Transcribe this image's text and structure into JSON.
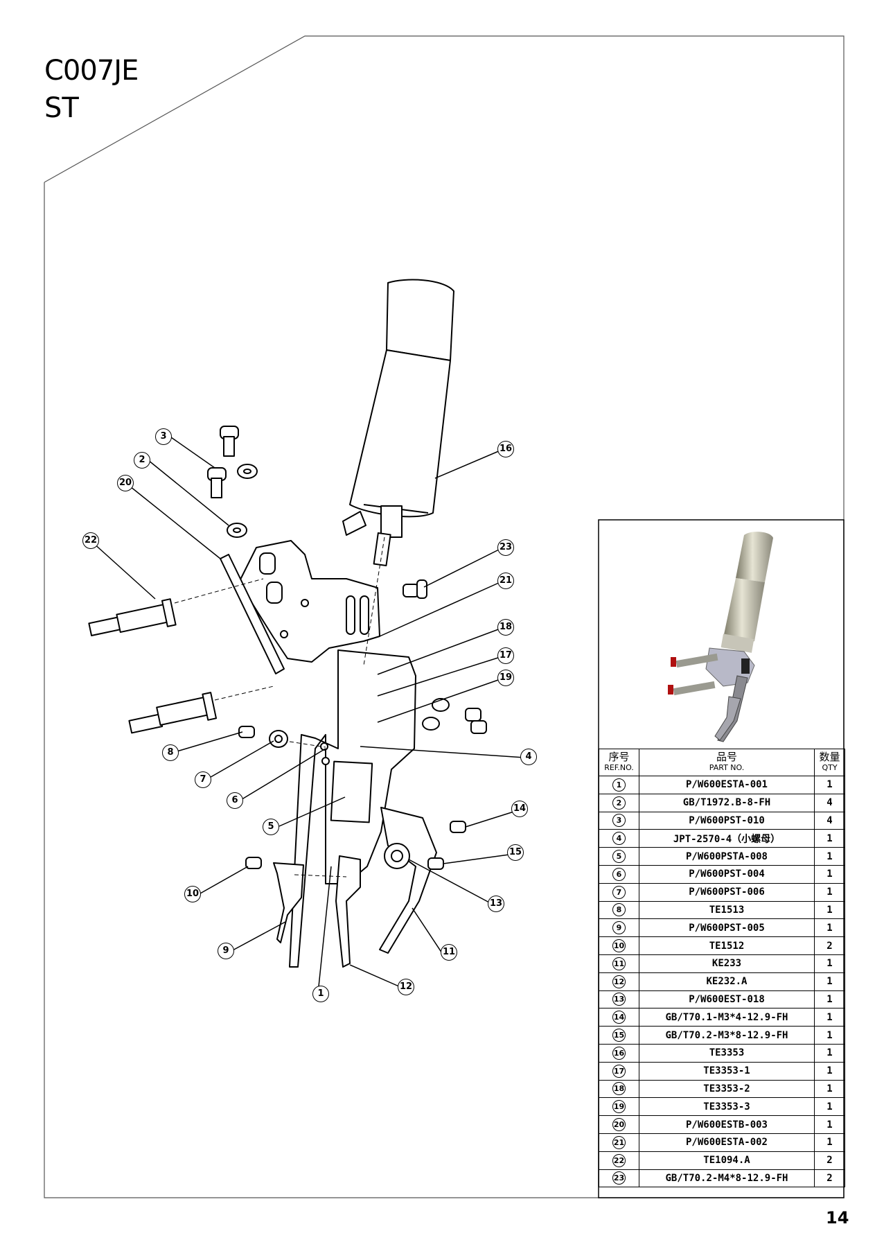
{
  "header": {
    "model": "C007JE",
    "variant": "ST"
  },
  "page_number": "14",
  "callouts": [
    {
      "ref": "1"
    },
    {
      "ref": "2"
    },
    {
      "ref": "3"
    },
    {
      "ref": "4"
    },
    {
      "ref": "5"
    },
    {
      "ref": "6"
    },
    {
      "ref": "7"
    },
    {
      "ref": "8"
    },
    {
      "ref": "9"
    },
    {
      "ref": "10"
    },
    {
      "ref": "11"
    },
    {
      "ref": "12"
    },
    {
      "ref": "13"
    },
    {
      "ref": "14"
    },
    {
      "ref": "15"
    },
    {
      "ref": "16"
    },
    {
      "ref": "17"
    },
    {
      "ref": "18"
    },
    {
      "ref": "19"
    },
    {
      "ref": "20"
    },
    {
      "ref": "21"
    },
    {
      "ref": "22"
    },
    {
      "ref": "23"
    }
  ],
  "parts_table": {
    "headers": {
      "ref_cn": "序号",
      "ref_en": "REF.NO.",
      "part_cn": "品号",
      "part_en": "PART NO.",
      "qty_cn": "数量",
      "qty_en": "QTY"
    },
    "rows": [
      {
        "ref": "1",
        "part": "P/W600ESTA-001",
        "qty": "1"
      },
      {
        "ref": "2",
        "part": "GB/T1972.B-8-FH",
        "qty": "4"
      },
      {
        "ref": "3",
        "part": "P/W600PST-010",
        "qty": "4"
      },
      {
        "ref": "4",
        "part": "JPT-2570-4（小螺母）",
        "qty": "1"
      },
      {
        "ref": "5",
        "part": "P/W600PSTA-008",
        "qty": "1"
      },
      {
        "ref": "6",
        "part": "P/W600PST-004",
        "qty": "1"
      },
      {
        "ref": "7",
        "part": "P/W600PST-006",
        "qty": "1"
      },
      {
        "ref": "8",
        "part": "TE1513",
        "qty": "1"
      },
      {
        "ref": "9",
        "part": "P/W600PST-005",
        "qty": "1"
      },
      {
        "ref": "10",
        "part": "TE1512",
        "qty": "2"
      },
      {
        "ref": "11",
        "part": "KE233",
        "qty": "1"
      },
      {
        "ref": "12",
        "part": "KE232.A",
        "qty": "1"
      },
      {
        "ref": "13",
        "part": "P/W600EST-018",
        "qty": "1"
      },
      {
        "ref": "14",
        "part": "GB/T70.1-M3*4-12.9-FH",
        "qty": "1"
      },
      {
        "ref": "15",
        "part": "GB/T70.2-M3*8-12.9-FH",
        "qty": "1"
      },
      {
        "ref": "16",
        "part": "TE3353",
        "qty": "1"
      },
      {
        "ref": "17",
        "part": "TE3353-1",
        "qty": "1"
      },
      {
        "ref": "18",
        "part": "TE3353-2",
        "qty": "1"
      },
      {
        "ref": "19",
        "part": "TE3353-3",
        "qty": "1"
      },
      {
        "ref": "20",
        "part": "P/W600ESTB-003",
        "qty": "1"
      },
      {
        "ref": "21",
        "part": "P/W600ESTA-002",
        "qty": "1"
      },
      {
        "ref": "22",
        "part": "TE1094.A",
        "qty": "2"
      },
      {
        "ref": "23",
        "part": "GB/T70.2-M4*8-12.9-FH",
        "qty": "2"
      }
    ]
  }
}
